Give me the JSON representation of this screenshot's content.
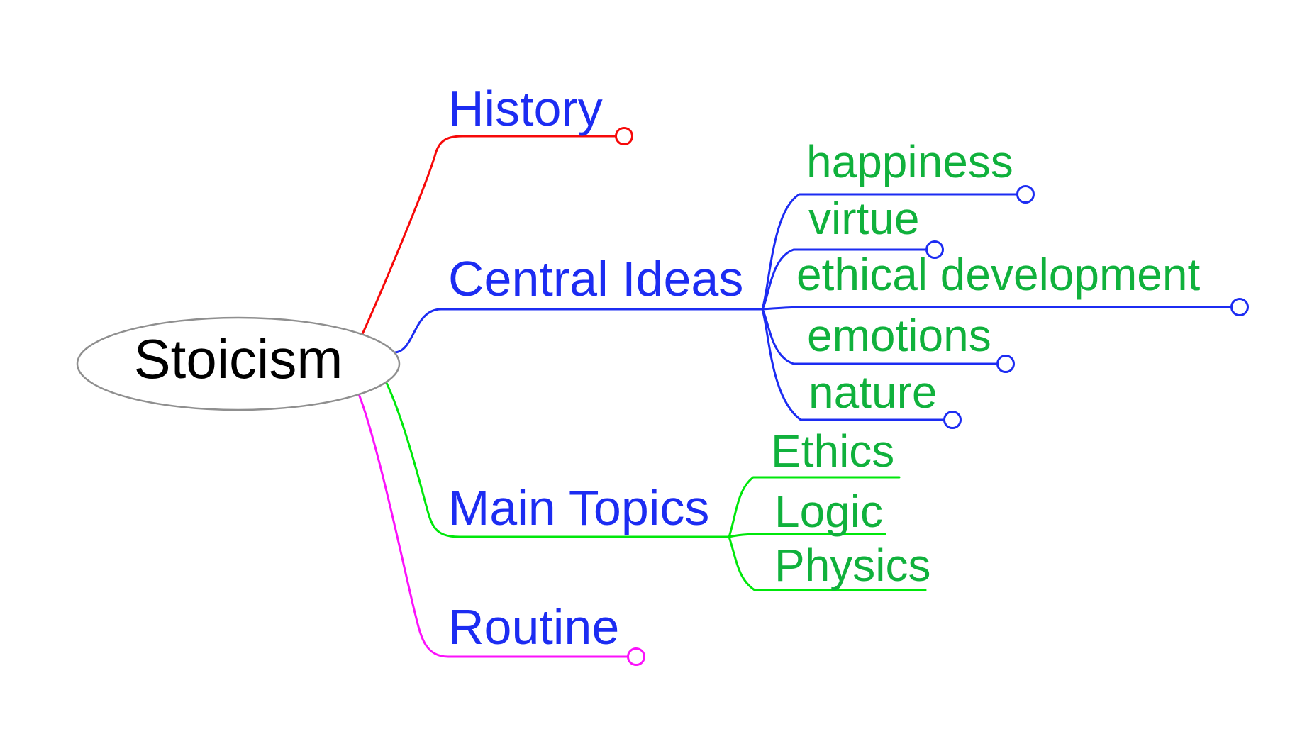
{
  "colors": {
    "background": "#ffffff",
    "root_text": "#000000",
    "ellipse_stroke": "#8f8f8f",
    "blue_text": "#1c2cf2",
    "blue_line": "#1c2cf2",
    "green_text": "#10b13c",
    "green_line": "#00e70b",
    "red_line": "#f60909",
    "magenta_line": "#fb12fb"
  },
  "diagram": {
    "type": "mindmap",
    "root": {
      "label": "Stoicism"
    },
    "branches": [
      {
        "label": "History",
        "branch_color": "#f60909",
        "endpoint_circle": true,
        "children": []
      },
      {
        "label": "Central Ideas",
        "branch_color": "#1c2cf2",
        "endpoint_circle": true,
        "children": [
          {
            "label": "happiness",
            "endpoint_circle": true
          },
          {
            "label": "virtue",
            "endpoint_circle": true
          },
          {
            "label": "ethical development",
            "endpoint_circle": true
          },
          {
            "label": "emotions",
            "endpoint_circle": true
          },
          {
            "label": "nature",
            "endpoint_circle": true
          }
        ]
      },
      {
        "label": "Main Topics",
        "branch_color": "#00e70b",
        "endpoint_circle": false,
        "children": [
          {
            "label": "Ethics",
            "endpoint_circle": false
          },
          {
            "label": "Logic",
            "endpoint_circle": false
          },
          {
            "label": "Physics",
            "endpoint_circle": false
          }
        ]
      },
      {
        "label": "Routine",
        "branch_color": "#fb12fb",
        "endpoint_circle": true,
        "children": []
      }
    ]
  }
}
